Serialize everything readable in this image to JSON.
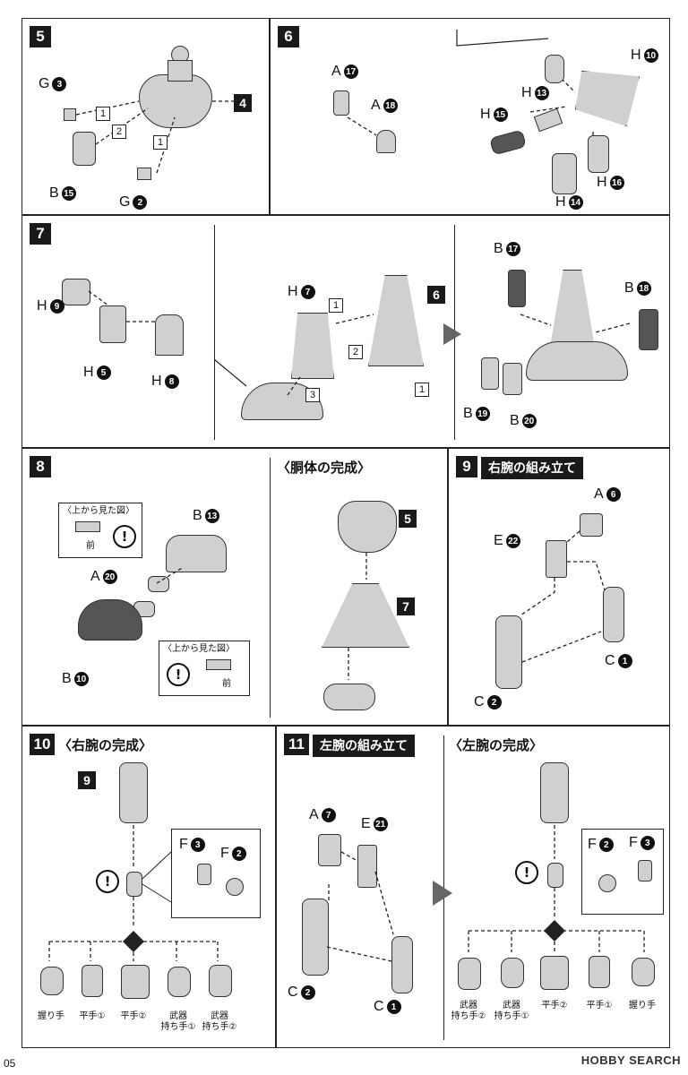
{
  "steps": {
    "s5": {
      "no": "5",
      "labels": [
        "G",
        "B",
        "G"
      ],
      "nums": [
        "3",
        "15",
        "2"
      ],
      "ref": "4",
      "seq": [
        "1",
        "2",
        "1"
      ]
    },
    "s6": {
      "no": "6",
      "labels": [
        "A",
        "A",
        "H",
        "H",
        "H",
        "H",
        "H"
      ],
      "nums": [
        "17",
        "18",
        "10",
        "13",
        "15",
        "14",
        "16"
      ]
    },
    "s7": {
      "no": "7",
      "labels": [
        "H",
        "H",
        "H",
        "H",
        "B",
        "B",
        "B",
        "B"
      ],
      "nums": [
        "9",
        "5",
        "8",
        "7",
        "17",
        "18",
        "19",
        "20"
      ],
      "ref": "6",
      "seq": [
        "1",
        "2",
        "3",
        "1"
      ]
    },
    "s8": {
      "no": "8",
      "labels": [
        "B",
        "A",
        "B"
      ],
      "nums": [
        "13",
        "20",
        "10"
      ],
      "top_view": "〈上から見た図〉",
      "front": "前"
    },
    "torso": {
      "title": "〈胴体の完成〉",
      "refs": [
        "5",
        "7"
      ]
    },
    "s9": {
      "no": "9",
      "title": "右腕の組み立て",
      "labels": [
        "A",
        "E",
        "C",
        "C"
      ],
      "nums": [
        "6",
        "22",
        "1",
        "2"
      ]
    },
    "s10": {
      "no": "10",
      "title": "〈右腕の完成〉",
      "ref": "9",
      "labels": [
        "F",
        "F"
      ],
      "nums": [
        "3",
        "2"
      ],
      "hands": [
        "握り手",
        "平手①",
        "平手②",
        "武器\n持ち手①",
        "武器\n持ち手②"
      ]
    },
    "s11": {
      "no": "11",
      "title": "左腕の組み立て",
      "labels": [
        "A",
        "E",
        "C",
        "C"
      ],
      "nums": [
        "7",
        "21",
        "2",
        "1"
      ]
    },
    "left_arm": {
      "title": "〈左腕の完成〉",
      "labels": [
        "F",
        "F"
      ],
      "nums": [
        "2",
        "3"
      ],
      "hands": [
        "武器\n持ち手②",
        "武器\n持ち手①",
        "平手②",
        "平手①",
        "握り手"
      ]
    }
  },
  "warn_symbol": "!",
  "page_number": "05",
  "watermark": "HOBBY SEARCH"
}
